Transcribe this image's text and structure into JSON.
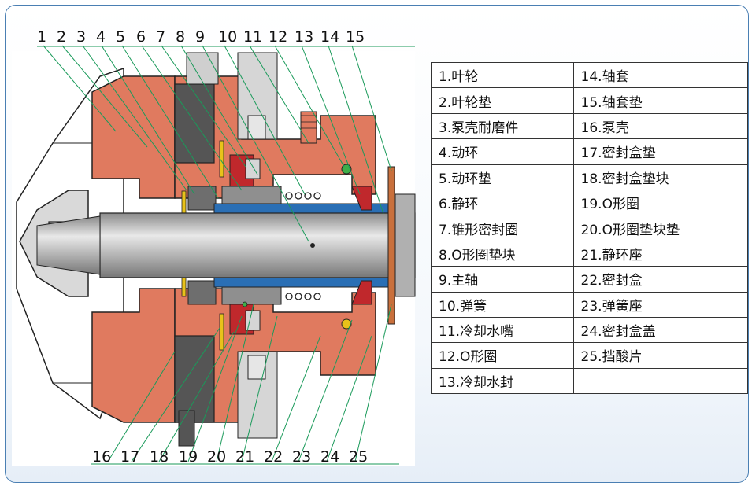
{
  "colors": {
    "border": "#4a7fb3",
    "casing": "#e07a5f",
    "shaft": "#a7a7a7",
    "dark_part": "#555555",
    "seal_red": "#c0282c",
    "sleeve_blue": "#2a6fb5",
    "gasket_yellow": "#e8c21a",
    "oring_green": "#3fae49"
  },
  "top_callouts": [
    "1",
    "2",
    "3",
    "4",
    "5",
    "6",
    "7",
    "8",
    "9",
    "10",
    "11",
    "12",
    "13",
    "14",
    "15"
  ],
  "bottom_callouts": [
    "16",
    "17",
    "18",
    "19",
    "20",
    "21",
    "22",
    "23",
    "24",
    "25"
  ],
  "legend": {
    "rows": [
      [
        "1.叶轮",
        "14.轴套"
      ],
      [
        "2.叶轮垫",
        "15.轴套垫"
      ],
      [
        "3.泵壳耐磨件",
        "16.泵壳"
      ],
      [
        "4.动环",
        "17.密封盒垫"
      ],
      [
        "5.动环垫",
        "18.密封盒垫块"
      ],
      [
        "6.静环",
        "19.O形圈"
      ],
      [
        "7.锥形密封圈",
        "20.O形圈垫块垫"
      ],
      [
        "8.O形圈垫块",
        "21.静环座"
      ],
      [
        "9.主轴",
        "22.密封盒"
      ],
      [
        "10.弹簧",
        "23.弹簧座"
      ],
      [
        "11.冷却水嘴",
        "24.密封盒盖"
      ],
      [
        "12.O形圈",
        "25.挡酸片"
      ],
      [
        "13.冷却水封",
        ""
      ]
    ]
  }
}
